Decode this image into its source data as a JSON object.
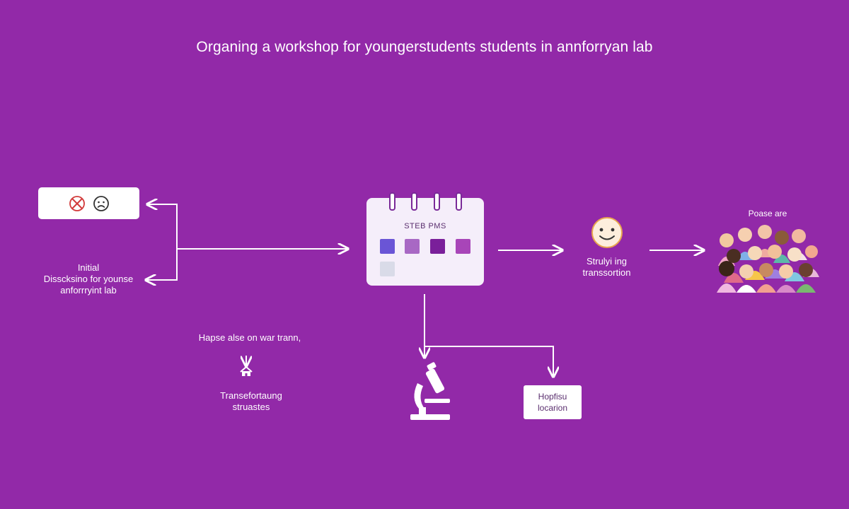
{
  "title": "Organing a workshop for youngerstudents students in annforryan lab",
  "colors": {
    "background": "#9229a8",
    "card": "#f5eefa",
    "square_violet": "#6a55d6",
    "square_lilac": "#a868c4",
    "square_plum": "#7a1f9a",
    "square_orchid": "#a845b8",
    "square_pale": "#d9dbe8"
  },
  "mood_box": {
    "icons": [
      "cross-circle-icon",
      "sad-face-icon"
    ]
  },
  "initial_caption": {
    "line1": "Initial",
    "line2": "Disscksino for younse",
    "line3": "anforrryint lab"
  },
  "maybe_caption": "Hapse alse on war trann,",
  "transform_caption": {
    "line1": "Transefortaung",
    "line2": "struastes"
  },
  "calendar": {
    "label": "STEB PMS",
    "icon": "calendar-icon"
  },
  "studying_caption": {
    "line1": "Strulyi ing",
    "line2": "transsortion"
  },
  "people_label": "Poase are",
  "location_box": {
    "line1": "Hopfisu",
    "line2": "locarion"
  },
  "icons": {
    "smile": "smiling-face-icon",
    "people": "group-of-people-icon",
    "microscope": "microscope-icon",
    "house": "house-icon"
  }
}
